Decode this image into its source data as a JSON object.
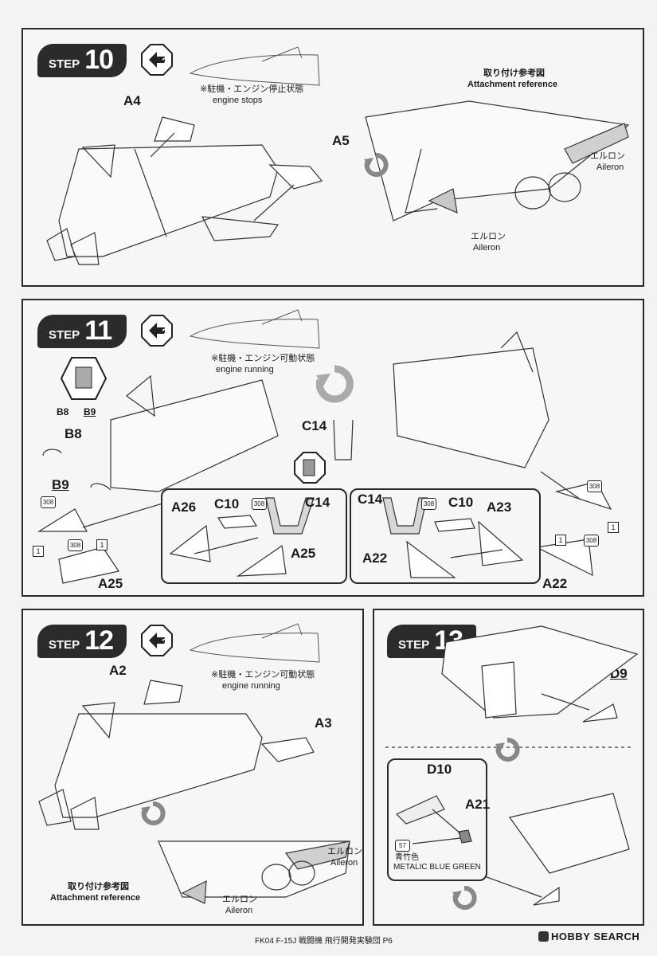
{
  "steps": {
    "s10": {
      "word": "STEP",
      "number": "10",
      "state_jp": "※駐機・エンジン停止状態",
      "state_en": "engine stops",
      "labels": {
        "a4": "A4",
        "a5": "A5"
      },
      "ref_jp": "取り付け参考図",
      "ref_en": "Attachment reference",
      "aileron1_jp": "エルロン",
      "aileron1_en": "Aileron",
      "aileron2_jp": "エルロン",
      "aileron2_en": "Aileron"
    },
    "s11": {
      "word": "STEP",
      "number": "11",
      "state_jp": "※駐機・エンジン可動状態",
      "state_en": "engine running",
      "labels": {
        "b8_small": "B8",
        "b9_small": "B9",
        "b8": "B8",
        "b9": "B9",
        "c14": "C14",
        "a26": "A26",
        "c10_l": "C10",
        "c14_l": "C14",
        "a25_l": "A25",
        "a25": "A25",
        "c14_r": "C14",
        "c10_r": "C10",
        "a23": "A23",
        "a22_r": "A22",
        "a22": "A22"
      },
      "color_codes": {
        "c308a": "308",
        "c1a": "1",
        "c308b": "308",
        "c1b": "1",
        "c308c": "308",
        "c308d": "308",
        "c308e": "308",
        "c1c": "1",
        "c1d": "1",
        "c308f": "308"
      }
    },
    "s12": {
      "word": "STEP",
      "number": "12",
      "state_jp": "※駐機・エンジン可動状態",
      "state_en": "engine running",
      "labels": {
        "a2": "A2",
        "a3": "A3"
      },
      "ref_jp": "取り付け参考図",
      "ref_en": "Attachment reference",
      "aileron1_jp": "エルロン",
      "aileron1_en": "Aileron",
      "aileron2_jp": "エルロン",
      "aileron2_en": "Aileron"
    },
    "s13": {
      "word": "STEP",
      "number": "13",
      "labels": {
        "d9": "D9",
        "d10": "D10",
        "a21": "A21"
      },
      "paint_code": "57",
      "paint_jp": "青竹色",
      "paint_en": "METALIC BLUE GREEN"
    }
  },
  "footer": "FK04 F-15J 戦闘機 飛行開発実験団 P6",
  "brand": "HOBBY SEARCH",
  "icons": [
    "choice-octagon-icon",
    "rotate-arrow-icon",
    "airplane-silhouette-icon"
  ]
}
